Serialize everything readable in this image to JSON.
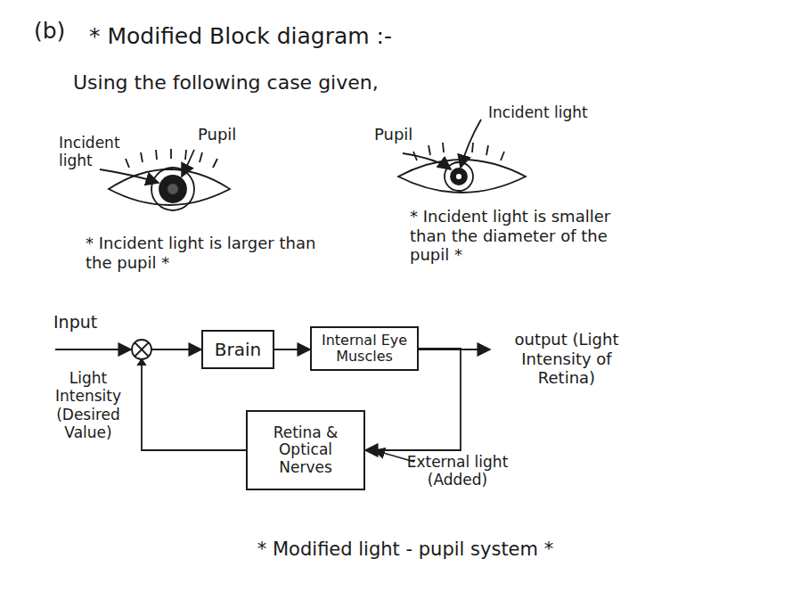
{
  "diagram": {
    "title": "* Modified Block diagram :-",
    "caption": "* Modified light - pupil system *",
    "nodes": [
      {
        "text": [
          "Brain"
        ]
      },
      {
        "text": [
          "Internal Eye Muscles"
        ]
      },
      {
        "text": [
          "Retina & Optical Nerves"
        ]
      }
    ],
    "edges": [
      {
        "from": 0,
        "to": 1,
        "arrow": "to"
      },
      {
        "from": 1,
        "to": 2,
        "arrow": "to"
      },
      {
        "from": 2,
        "to": 0,
        "arrow": "to"
      }
    ],
    "labels": [
      "(b)",
      "Using the following case given,",
      "Incident light",
      "Pupil",
      "* Incident light is larger than the pupil *",
      "Pupil",
      "Incident light",
      "* Incident light is smaller than the diameter of the pupil *",
      "Input",
      "Light Intensity (Desired Value)",
      "output (Light Intensity of Retina)",
      "External light (Added)"
    ]
  }
}
